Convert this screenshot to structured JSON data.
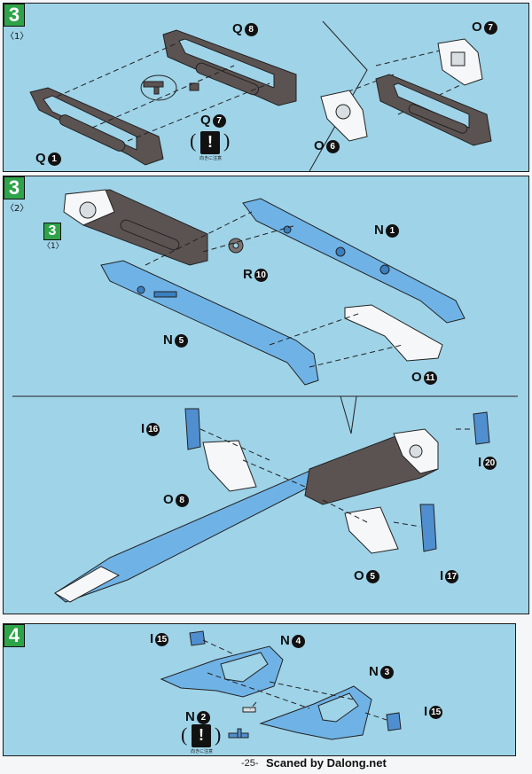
{
  "panels": {
    "p1": {
      "step": "3",
      "sub": "〈1〉",
      "labels": {
        "q8": "Q",
        "q8n": "8",
        "o7": "O",
        "o7n": "7",
        "q7": "Q",
        "q7n": "7",
        "q1": "Q",
        "q1n": "1",
        "o6": "O",
        "o6n": "6"
      },
      "warn_mark": "!",
      "warn_text": "向きに注意"
    },
    "p2": {
      "step": "3",
      "sub": "〈2〉",
      "ref_step": "3",
      "ref_sub": "〈1〉",
      "labels": {
        "n1": "N",
        "n1n": "1",
        "r10": "R",
        "r10n": "10",
        "n5": "N",
        "n5n": "5",
        "o11": "O",
        "o11n": "11",
        "i16": "I",
        "i16n": "16",
        "i20": "I",
        "i20n": "20",
        "o8": "O",
        "o8n": "8",
        "o5": "O",
        "o5n": "5",
        "i17": "I",
        "i17n": "17"
      }
    },
    "p3": {
      "step": "4",
      "labels": {
        "i15a": "I",
        "i15an": "15",
        "n4": "N",
        "n4n": "4",
        "n3": "N",
        "n3n": "3",
        "n2": "N",
        "n2n": "2",
        "i15b": "I",
        "i15bn": "15"
      },
      "warn_mark": "!",
      "warn_text": "向きに注意"
    }
  },
  "footer": {
    "page": "-25-",
    "credit": "Scaned by Dalong.net"
  },
  "colors": {
    "panel": "#9fd3e8",
    "dark_part": "#5b5352",
    "blue_part": "#4f9fdc",
    "white_part": "#f6f7f8",
    "step_badge": "#2fa34a"
  }
}
